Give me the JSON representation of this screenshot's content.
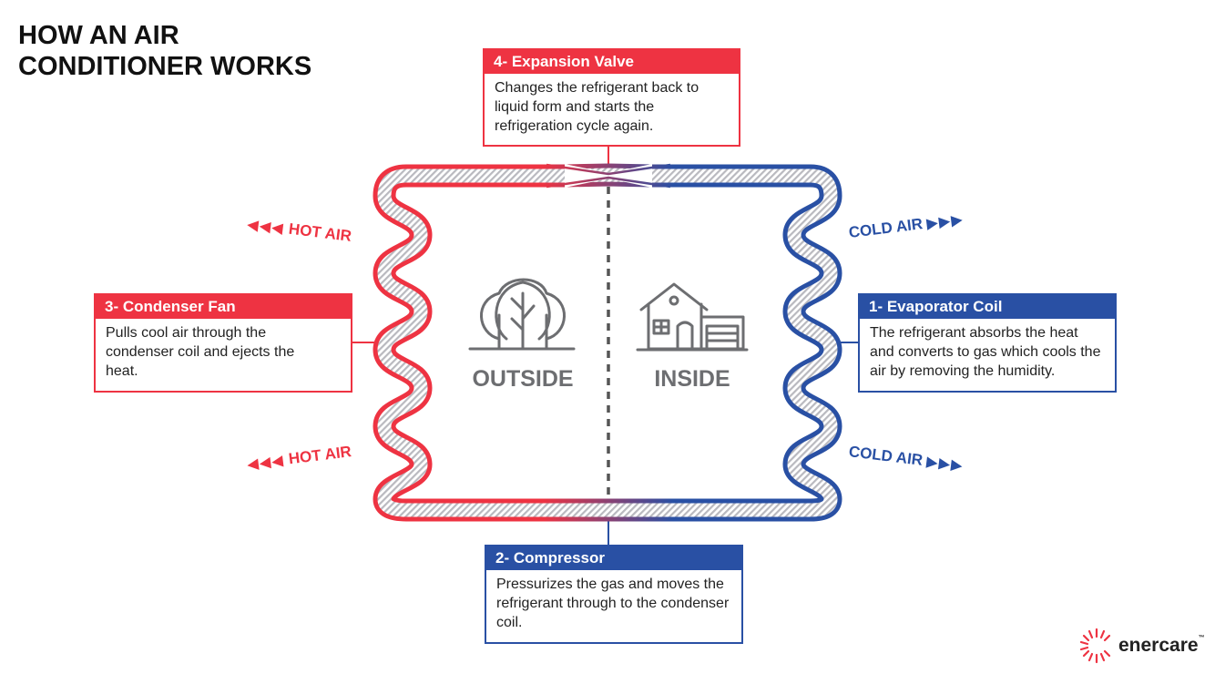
{
  "title": {
    "line1": "HOW AN AIR",
    "line2": "CONDITIONER WORKS"
  },
  "zones": {
    "outside": "OUTSIDE",
    "inside": "INSIDE"
  },
  "air_labels": {
    "hot_top": "HOT AIR",
    "hot_bottom": "HOT AIR",
    "cold_top": "COLD AIR",
    "cold_bottom": "COLD AIR",
    "arrows_left": "◀◀◀",
    "arrows_right": "▶▶▶"
  },
  "steps": {
    "expansion_valve": {
      "heading": "4- Expansion Valve",
      "text": "Changes the refrigerant back to liquid form and starts the refrigeration cycle again."
    },
    "condenser_fan": {
      "heading": "3- Condenser Fan",
      "text": "Pulls cool air through the condenser coil and ejects the heat."
    },
    "evaporator_coil": {
      "heading": "1- Evaporator Coil",
      "text": "The refrigerant absorbs the heat and converts to gas which cools the air by removing the humidity."
    },
    "compressor": {
      "heading": "2- Compressor",
      "text": "Pressurizes the gas and moves the refrigerant through to the condenser coil."
    }
  },
  "logo": {
    "name": "enercare",
    "tm": "™"
  },
  "colors": {
    "hot": "#ee3342",
    "cold": "#2950a4",
    "icon_gray": "#6d6e71"
  },
  "icons": {
    "outside": "trees-icon",
    "inside": "house-icon",
    "brand": "enercare-logo-icon"
  }
}
